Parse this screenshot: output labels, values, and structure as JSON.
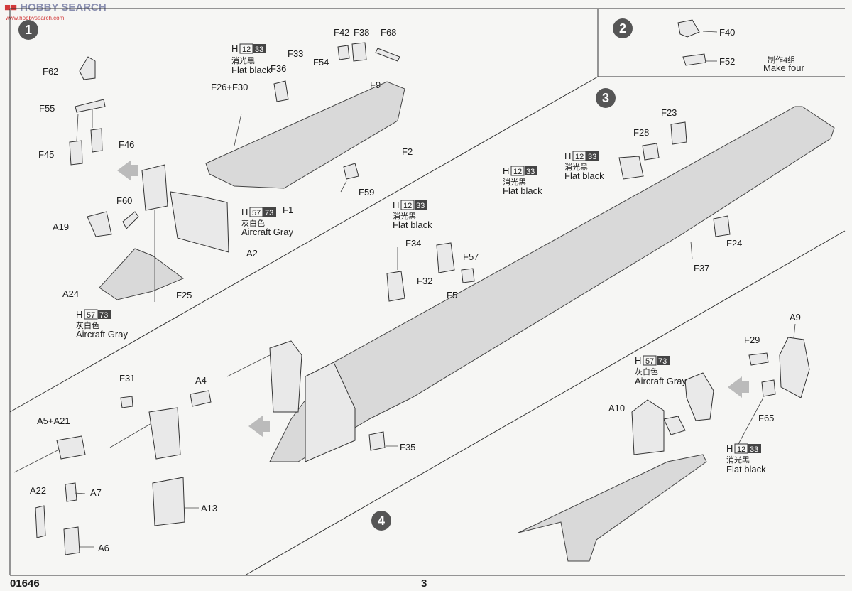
{
  "watermark": {
    "text": "HOBBY SEARCH",
    "sub": "www.hobbysearch.com"
  },
  "footer": {
    "product_code": "01646",
    "page_number": "3"
  },
  "steps": [
    "1",
    "2",
    "3",
    "4"
  ],
  "paints": {
    "h12": {
      "prefix": "H",
      "code": "12",
      "num": "33",
      "zh": "消光黑",
      "en": "Flat black"
    },
    "h57": {
      "prefix": "H",
      "code": "57",
      "num": "73",
      "zh": "灰白色",
      "en": "Aircraft Gray"
    }
  },
  "step1": {
    "parts": [
      "F62",
      "F55",
      "F45",
      "F46",
      "A19",
      "F60",
      "A24",
      "F25",
      "A2",
      "F1",
      "F26+F30",
      "F36",
      "F33",
      "F54",
      "F42",
      "F38",
      "F68",
      "F9",
      "F2",
      "F59"
    ]
  },
  "step2": {
    "parts": [
      "F40",
      "F52"
    ],
    "note_zh": "制作4组",
    "note_en": "Make four"
  },
  "step3": {
    "parts": [
      "F23",
      "F28",
      "F24",
      "F37",
      "F34",
      "F57",
      "F32",
      "F5",
      "F35"
    ]
  },
  "step4": {
    "parts": [
      "A5+A21",
      "A22",
      "A7",
      "A6",
      "F31",
      "A4",
      "A13",
      "A9",
      "F29",
      "F65",
      "A10"
    ]
  },
  "colors": {
    "paper": "#f6f6f4",
    "ink": "#1c1c1c",
    "deck": "#d9d9d9",
    "step_badge": "#555555"
  }
}
